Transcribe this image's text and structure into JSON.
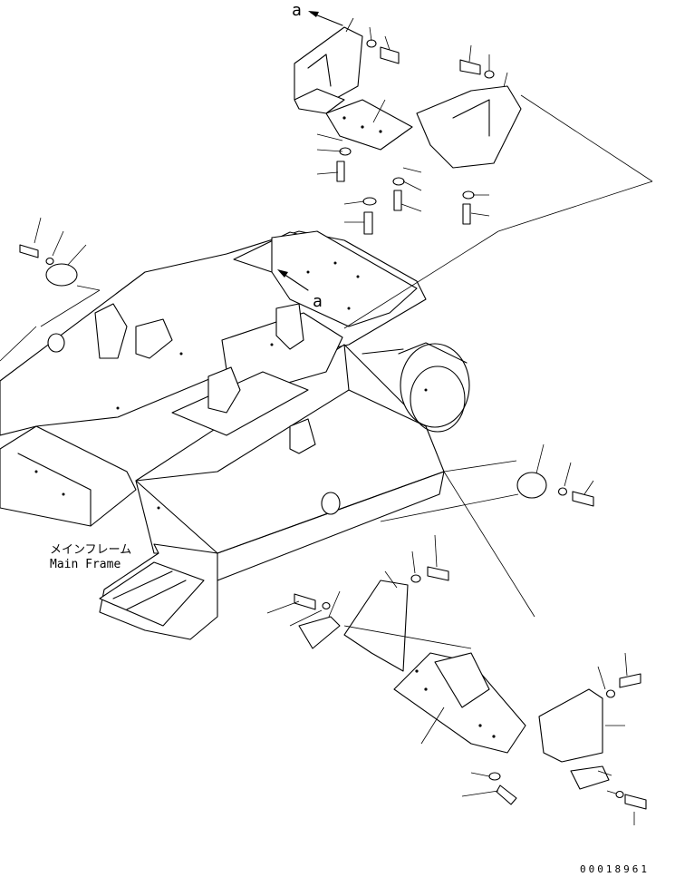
{
  "labels": {
    "main_frame_jp": "メインフレーム",
    "main_frame_en": "Main Frame",
    "ref_a_top": "a",
    "ref_a_frame": "a",
    "drawing_number": "00018961"
  },
  "colors": {
    "line": "#000000",
    "background": "#ffffff"
  },
  "icons": {
    "view_arrow": "arrow-icon"
  }
}
